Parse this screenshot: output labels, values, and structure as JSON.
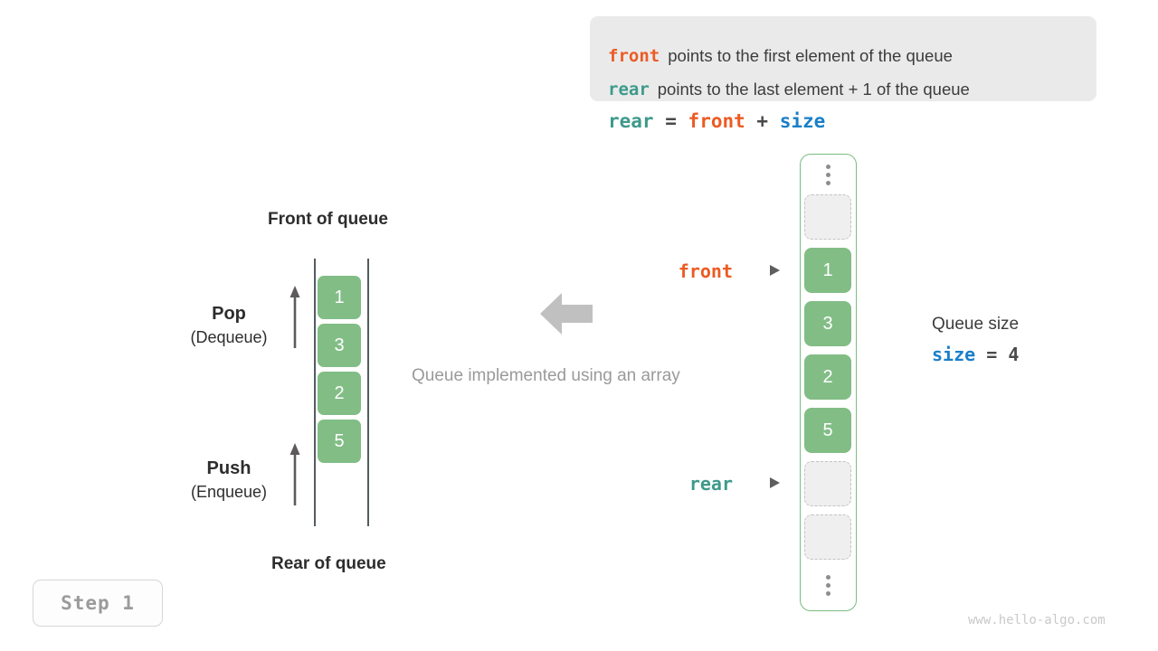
{
  "definition": {
    "line1": {
      "keyword": "front",
      "text": "points to the first element of the queue"
    },
    "line2": {
      "keyword": "rear",
      "text": "points to the last element + 1 of the queue"
    }
  },
  "formula": {
    "lhs": "rear",
    "eq": "=",
    "rhs1": "front",
    "plus": "+",
    "rhs2": "size"
  },
  "left_diagram": {
    "top_label": "Front of queue",
    "bottom_label": "Rear of queue",
    "pop": {
      "title": "Pop",
      "subtitle": "(Dequeue)"
    },
    "push": {
      "title": "Push",
      "subtitle": "(Enqueue)"
    },
    "cells": [
      "1",
      "3",
      "2",
      "5"
    ]
  },
  "center": {
    "caption": "Queue implemented using an array",
    "arrow_direction": "left"
  },
  "array": {
    "slots": [
      {
        "kind": "ellipsis",
        "value": ""
      },
      {
        "kind": "empty",
        "value": ""
      },
      {
        "kind": "filled",
        "value": "1"
      },
      {
        "kind": "filled",
        "value": "3"
      },
      {
        "kind": "filled",
        "value": "2"
      },
      {
        "kind": "filled",
        "value": "5"
      },
      {
        "kind": "empty",
        "value": ""
      },
      {
        "kind": "empty",
        "value": ""
      },
      {
        "kind": "ellipsis",
        "value": ""
      }
    ],
    "pointers": {
      "front_label": "front",
      "rear_label": "rear"
    }
  },
  "queue_size": {
    "title": "Queue size",
    "var": "size",
    "eq": "=",
    "value": "4"
  },
  "step_badge": "Step 1",
  "watermark": "www.hello-algo.com",
  "colors": {
    "front": "#ec5b24",
    "rear": "#3d9a8b",
    "size": "#1a7fc8",
    "cell_fill": "#82bd86",
    "empty_fill": "#efefef",
    "container_border": "#78bd7f",
    "muted_text": "#9a9a9a"
  }
}
